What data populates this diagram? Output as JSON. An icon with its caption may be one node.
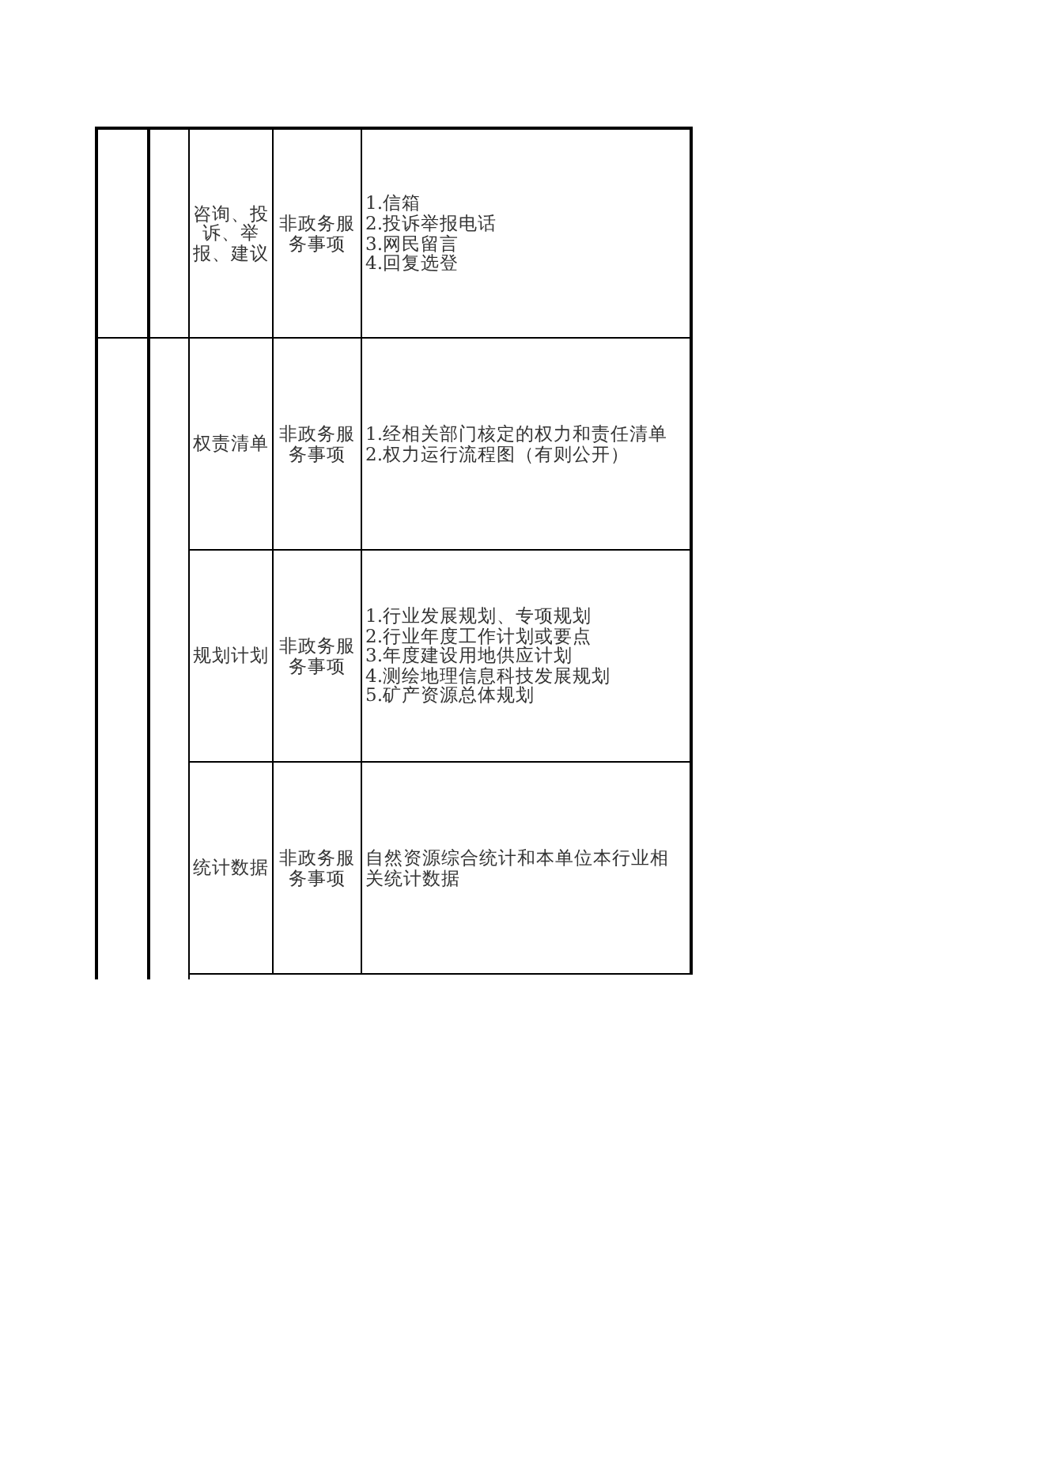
{
  "diagram": {
    "labels": [
      "咨询、投诉、举报、建议",
      "非政务服务事项",
      "1.信箱",
      "2.投诉举报电话",
      "3.网民留言",
      "4.回复选登",
      "权责清单",
      "非政务服务事项",
      "1.经相关部门核定的权力和责任清单",
      "2.权力运行流程图（有则公开）",
      "规划计划",
      "非政务服务事项",
      "1.行业发展规划、专项规划",
      "2.行业年度工作计划或要点",
      "3.年度建设用地供应计划",
      "4.测绘地理信息科技发展规划",
      "5.矿产资源总体规划",
      "统计数据",
      "非政务服务事项",
      "自然资源综合统计和本单位本行业相关统计数据"
    ]
  }
}
